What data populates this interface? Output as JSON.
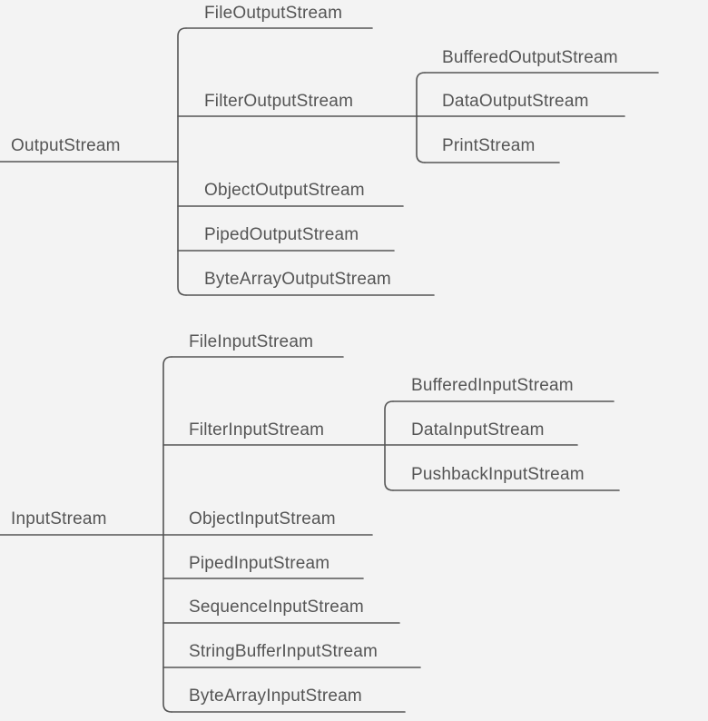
{
  "trees": [
    {
      "root": "OutputStream",
      "children": [
        {
          "label": "FileOutputStream"
        },
        {
          "label": "FilterOutputStream",
          "children": [
            "BufferedOutputStream",
            "DataOutputStream",
            "PrintStream"
          ]
        },
        {
          "label": "ObjectOutputStream"
        },
        {
          "label": "PipedOutputStream"
        },
        {
          "label": "ByteArrayOutputStream"
        }
      ]
    },
    {
      "root": "InputStream",
      "children": [
        {
          "label": "FileInputStream"
        },
        {
          "label": "FilterInputStream",
          "children": [
            "BufferedInputStream",
            "DataInputStream",
            "PushbackInputStream"
          ]
        },
        {
          "label": "ObjectInputStream"
        },
        {
          "label": "PipedInputStream"
        },
        {
          "label": "SequenceInputStream"
        },
        {
          "label": "StringBufferInputStream"
        },
        {
          "label": "ByteArrayInputStream"
        }
      ]
    }
  ]
}
